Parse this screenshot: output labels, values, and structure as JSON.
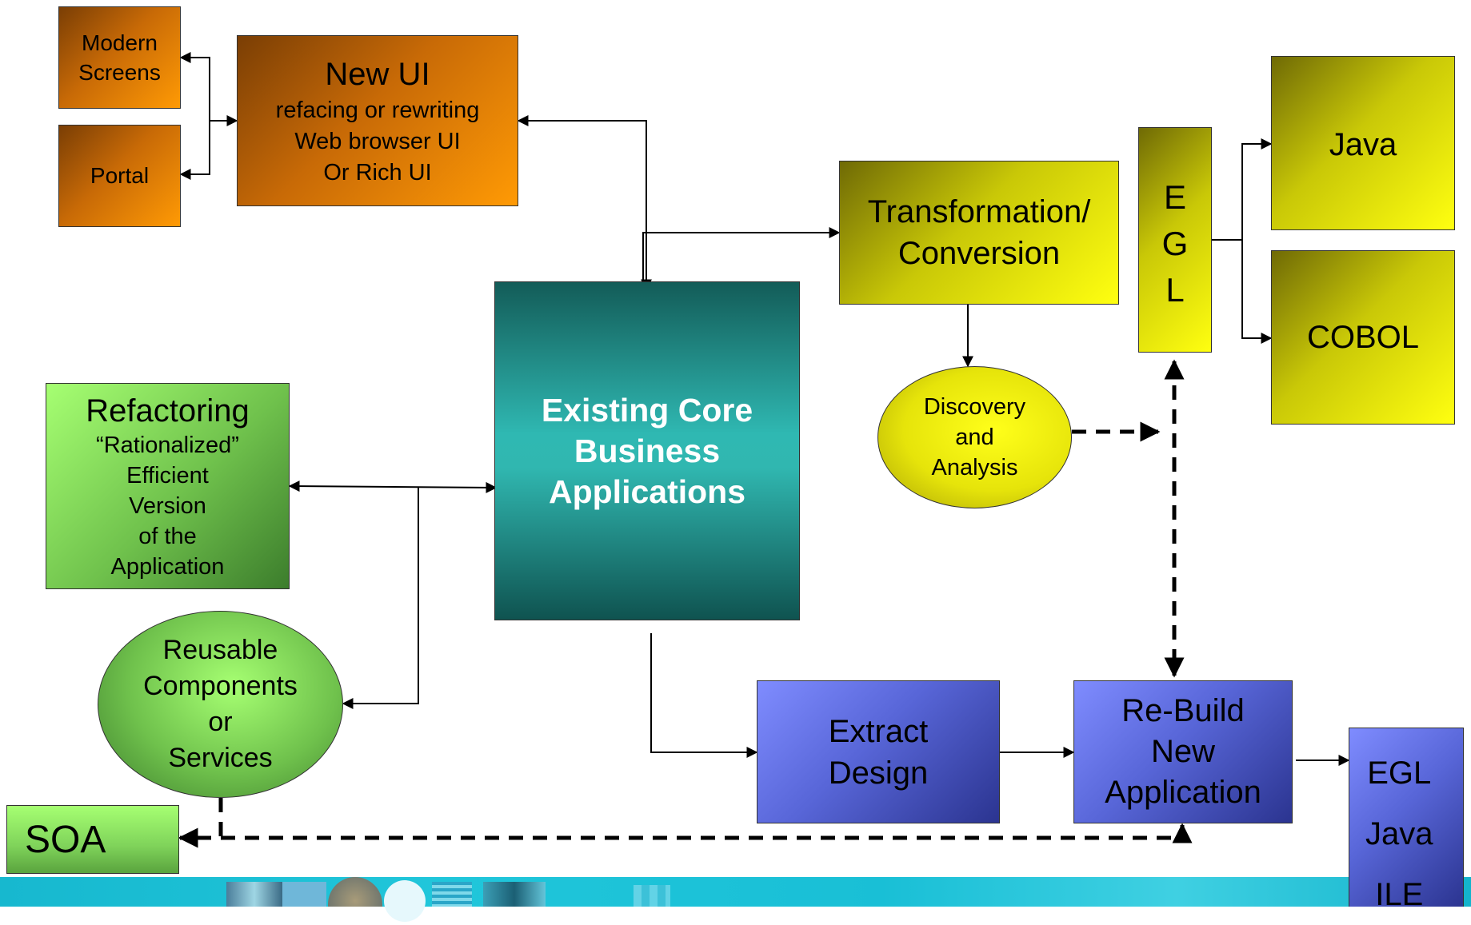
{
  "boxes": {
    "modern_screens": [
      "Modern",
      "Screens"
    ],
    "portal": "Portal",
    "new_ui_title": "New UI",
    "new_ui_lines": [
      "refacing or rewriting",
      "Web browser UI",
      "Or Rich UI"
    ],
    "transformation": [
      "Transformation/",
      "Conversion"
    ],
    "egl_vertical": [
      "E",
      "G",
      "L"
    ],
    "java": "Java",
    "cobol": "COBOL",
    "discovery": [
      "Discovery",
      "and",
      "Analysis"
    ],
    "refactoring_title": "Refactoring",
    "refactoring_lines": [
      "“Rationalized”",
      "Efficient",
      "Version",
      "of the",
      "Application"
    ],
    "existing_core": [
      "Existing Core",
      "Business",
      "Applications"
    ],
    "reusable": [
      "Reusable",
      "Components",
      "or",
      "Services"
    ],
    "soa": "SOA",
    "extract_design": [
      "Extract",
      "Design"
    ],
    "rebuild": [
      "Re-Build",
      "New",
      "Application"
    ],
    "targets": [
      "EGL",
      "Java",
      "ILE"
    ]
  },
  "colors": {
    "orange": "#ff9a05",
    "yellow": "#ffff10",
    "green": "#a6ff72",
    "teal": "#2fb8b2",
    "blue": "#5866d8",
    "banner": "#20c6da"
  }
}
